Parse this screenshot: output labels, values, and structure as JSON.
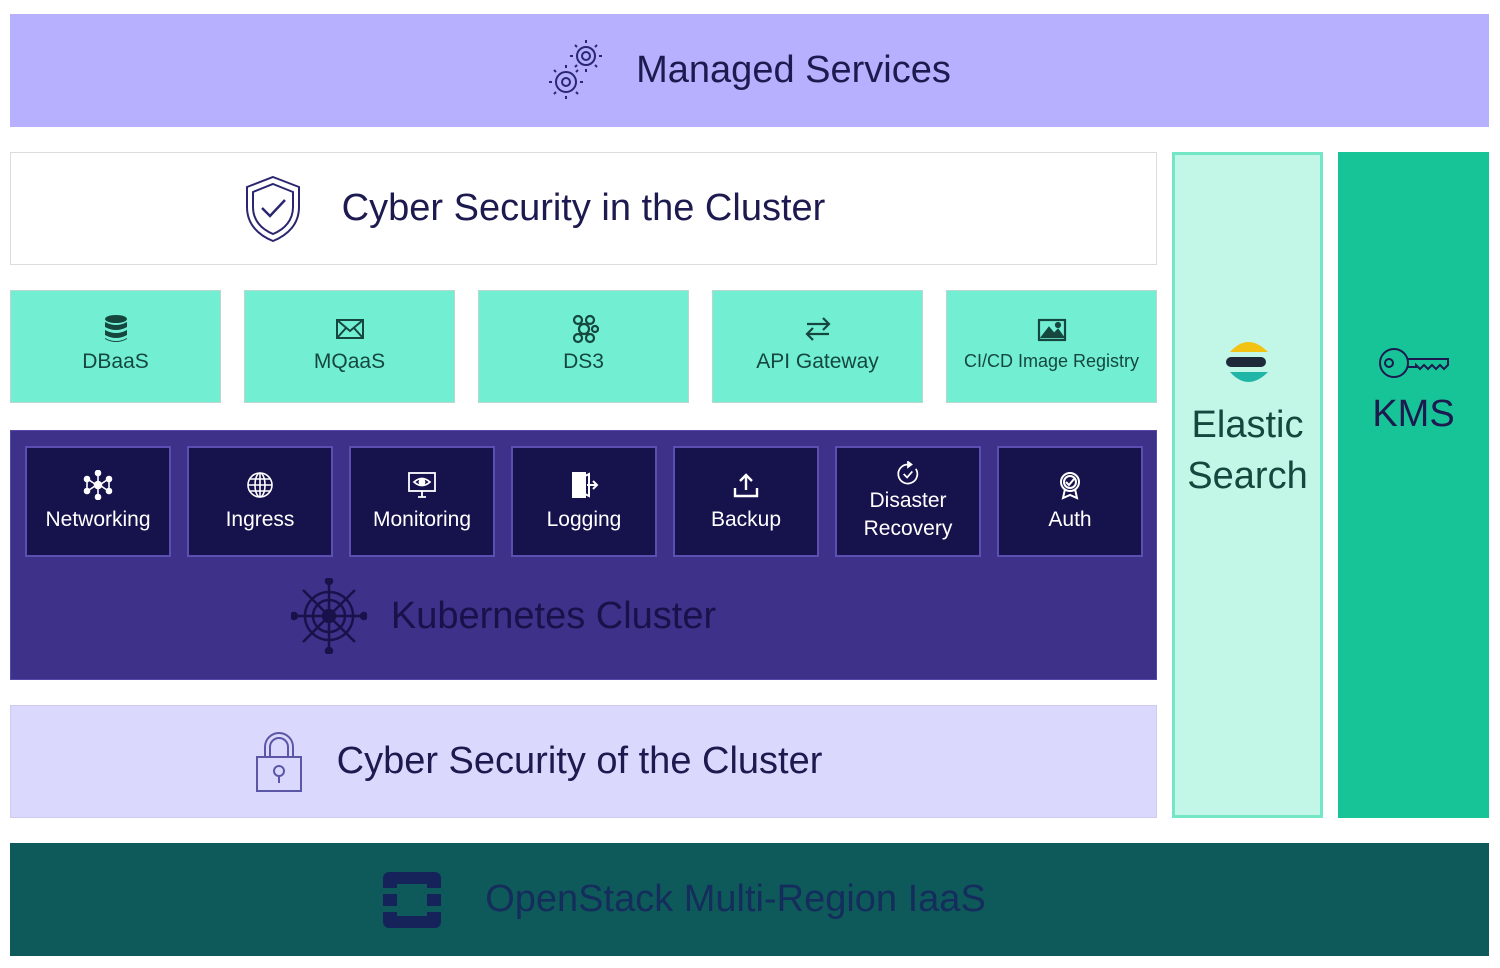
{
  "managed": {
    "label": "Managed Services"
  },
  "security_in": {
    "label": "Cyber Security in the Cluster"
  },
  "services": [
    {
      "label": "DBaaS",
      "icon": "database-icon"
    },
    {
      "label": "MQaaS",
      "icon": "envelope-icon"
    },
    {
      "label": "DS3",
      "icon": "storage-icon"
    },
    {
      "label": "API Gateway",
      "icon": "arrows-exchange-icon"
    },
    {
      "label": "CI/CD Image Registry",
      "icon": "image-icon"
    }
  ],
  "kubernetes": {
    "title": "Kubernetes Cluster",
    "tiles": [
      {
        "label": "Networking",
        "icon": "network-icon"
      },
      {
        "label": "Ingress",
        "icon": "globe-icon"
      },
      {
        "label": "Monitoring",
        "icon": "monitor-eye-icon"
      },
      {
        "label": "Logging",
        "icon": "logout-icon"
      },
      {
        "label": "Backup",
        "icon": "upload-icon"
      },
      {
        "label_line1": "Disaster",
        "label_line2": "Recovery",
        "icon": "recovery-icon"
      },
      {
        "label": "Auth",
        "icon": "badge-check-icon"
      }
    ]
  },
  "security_of": {
    "label": "Cyber Security of the Cluster"
  },
  "iaas": {
    "label": "OpenStack Multi-Region IaaS"
  },
  "elastic": {
    "line1": "Elastic",
    "line2": "Search"
  },
  "kms": {
    "label": "KMS"
  },
  "colors": {
    "managed": "#b6b0fe",
    "service": "#72efd3",
    "kubernetes": "#3e3189",
    "tile": "#16124c",
    "security_of": "#dbd8fd",
    "iaas": "#0e5a5a",
    "elastic": "#c2f6e6",
    "kms": "#17c497"
  }
}
